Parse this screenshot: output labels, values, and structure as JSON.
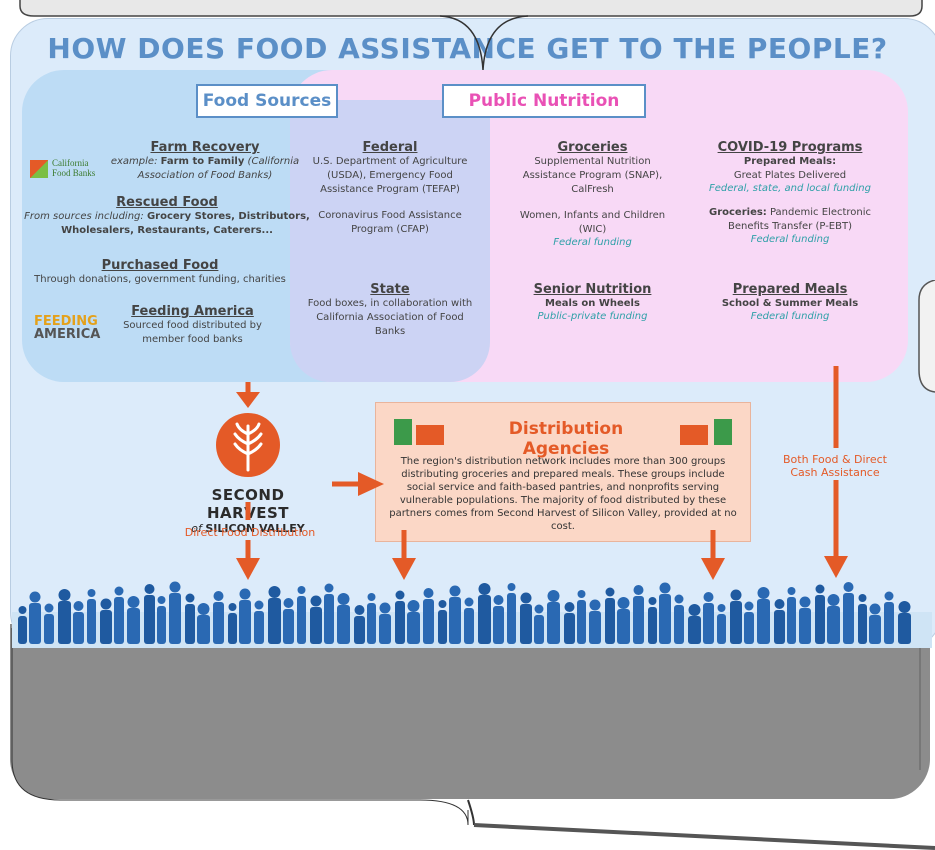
{
  "title": "HOW DOES FOOD ASSISTANCE GET TO THE PEOPLE?",
  "headers": {
    "food_sources": "Food Sources",
    "public_nutrition": "Public Nutrition"
  },
  "colors": {
    "accent_blue": "#5b8fc7",
    "pink": "#e951b5",
    "orange": "#e45a27",
    "teal": "#2fa0a8"
  },
  "food_sources": {
    "farm_recovery": {
      "title": "Farm Recovery",
      "text_prefix": "example: ",
      "text_bold": "Farm to Family",
      "text_suffix": " (California Association of Food Banks)",
      "logo_line1": "California",
      "logo_line2": "Food Banks"
    },
    "rescued_food": {
      "title": "Rescued Food",
      "text_italic": "From sources including: ",
      "text_bold": "Grocery Stores, Distributors, Wholesalers, Restaurants, Caterers..."
    },
    "purchased_food": {
      "title": "Purchased Food",
      "text": "Through donations, government funding, charities"
    },
    "feeding_america": {
      "title": "Feeding America",
      "text": "Sourced food distributed by member food banks",
      "logo_line1": "FEEDING",
      "logo_line2": "AMERICA"
    }
  },
  "federal": {
    "title": "Federal",
    "text1": "U.S. Department of Agriculture (USDA), Emergency Food Assistance Program (TEFAP)",
    "text2": "Coronavirus Food Assistance Program (CFAP)"
  },
  "state": {
    "title": "State",
    "text": "Food boxes, in collaboration with California Association of Food Banks"
  },
  "groceries": {
    "title": "Groceries",
    "text1": "Supplemental Nutrition Assistance Program (SNAP), CalFresh",
    "text2": "Women, Infants and Children (WIC)",
    "funding": "Federal funding"
  },
  "senior_nutrition": {
    "title": "Senior Nutrition",
    "subtitle": "Meals on Wheels",
    "funding": "Public-private funding"
  },
  "covid": {
    "title": "COVID-19 Programs",
    "prepared_label": "Prepared Meals:",
    "prepared_text": "Great Plates Delivered",
    "prepared_funding": "Federal, state, and local funding",
    "groceries_label": "Groceries:",
    "groceries_text": " Pandemic Electronic Benefits Transfer (P-EBT)",
    "groceries_funding": "Federal funding"
  },
  "prepared_meals": {
    "title": "Prepared Meals",
    "subtitle": "School & Summer Meals",
    "funding": "Federal funding"
  },
  "second_harvest": {
    "line1": "SECOND HARVEST",
    "line2_prefix": "of ",
    "line2_bold": "SILICON VALLEY",
    "direct_label": "Direct Food Distribution"
  },
  "distribution": {
    "title": "Distribution Agencies",
    "text": "The region's distribution network includes more than 300 groups distributing groceries and prepared meals. These groups include social service and faith-based pantries, and nonprofits serving vulnerable populations. The majority of food distributed by these partners comes from Second Harvest of Silicon Valley, provided at no cost."
  },
  "cash_label": "Both Food & Direct Cash Assistance"
}
